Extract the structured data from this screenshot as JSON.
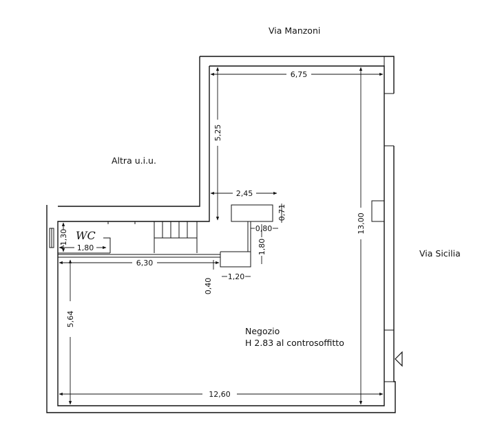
{
  "labels": {
    "street_top": "Via Manzoni",
    "street_right": "Via Sicilia",
    "neighbor": "Altra u.i.u.",
    "room_name": "Negozio",
    "room_height": "H 2.83 al controsoffitto",
    "wc": "WC"
  },
  "dimensions": {
    "top_width": "6,75",
    "upper_depth": "5,25",
    "step_width": "2,45",
    "small_a": "0,71",
    "small_b": "0,80",
    "total_depth": "13,00",
    "wc_height": "1,30",
    "wc_width": "1,80",
    "corridor": "6,30",
    "partition": "1,80",
    "offset": "0,40",
    "niche": "1,20",
    "lower_depth": "5,64",
    "total_width": "12,60"
  }
}
